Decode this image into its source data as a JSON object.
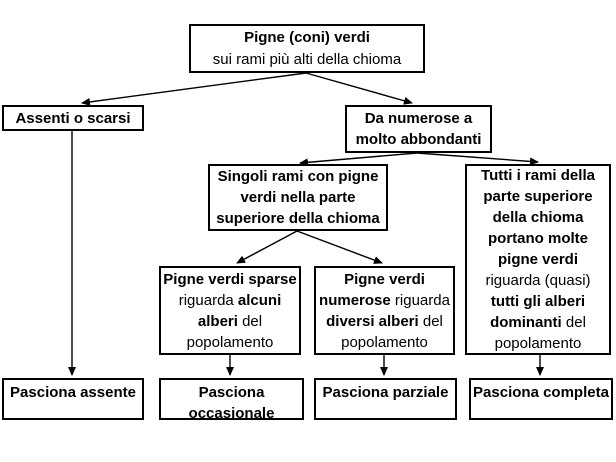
{
  "diagram": {
    "background_color": "#ffffff",
    "box_border_color": "#000000",
    "box_fill_color": "#ffffff",
    "text_color": "#000000",
    "connector_color": "#000000",
    "nodes": {
      "root": {
        "lines": [
          [
            {
              "t": "Pigne (coni) verdi",
              "b": true
            }
          ],
          [
            {
              "t": "sui rami più alti della chioma",
              "b": false
            }
          ]
        ]
      },
      "assenti": {
        "lines": [
          [
            {
              "t": "Assenti o scarsi",
              "b": true
            }
          ]
        ]
      },
      "da_numerose": {
        "lines": [
          [
            {
              "t": "Da numerose a",
              "b": true
            }
          ],
          [
            {
              "t": "molto abbondanti",
              "b": true
            }
          ]
        ]
      },
      "singoli_rami": {
        "lines": [
          [
            {
              "t": "Singoli rami con pigne",
              "b": true
            }
          ],
          [
            {
              "t": "verdi nella parte",
              "b": true
            }
          ],
          [
            {
              "t": "superiore della chioma",
              "b": true
            }
          ]
        ]
      },
      "tutti_rami": {
        "lines": [
          [
            {
              "t": "Tutti i rami della",
              "b": true
            }
          ],
          [
            {
              "t": "parte superiore",
              "b": true
            }
          ],
          [
            {
              "t": "della chioma",
              "b": true
            }
          ],
          [
            {
              "t": "portano molte",
              "b": true
            }
          ],
          [
            {
              "t": "pigne verdi",
              "b": true
            }
          ],
          [
            {
              "t": "riguarda (quasi)",
              "b": false
            }
          ],
          [
            {
              "t": "tutti gli alberi",
              "b": true
            }
          ],
          [
            {
              "t": "dominanti",
              "b": true
            },
            {
              "t": " del",
              "b": false
            }
          ],
          [
            {
              "t": "popolamento",
              "b": false
            }
          ]
        ]
      },
      "pigne_sparse": {
        "lines": [
          [
            {
              "t": "Pigne verdi sparse",
              "b": true
            }
          ],
          [
            {
              "t": "riguarda ",
              "b": false
            },
            {
              "t": "alcuni",
              "b": true
            }
          ],
          [
            {
              "t": "alberi",
              "b": true
            },
            {
              "t": " del",
              "b": false
            }
          ],
          [
            {
              "t": "popolamento",
              "b": false
            }
          ]
        ]
      },
      "pigne_numerose": {
        "lines": [
          [
            {
              "t": "Pigne verdi",
              "b": true
            }
          ],
          [
            {
              "t": "numerose",
              "b": true
            },
            {
              "t": " riguarda",
              "b": false
            }
          ],
          [
            {
              "t": "diversi alberi",
              "b": true
            },
            {
              "t": " del",
              "b": false
            }
          ],
          [
            {
              "t": "popolamento",
              "b": false
            }
          ]
        ]
      },
      "pasciona_assente": {
        "lines": [
          [
            {
              "t": "Pasciona assente",
              "b": true
            }
          ]
        ]
      },
      "pasciona_occasionale": {
        "lines": [
          [
            {
              "t": "Pasciona",
              "b": true
            }
          ],
          [
            {
              "t": "occasionale",
              "b": true
            }
          ]
        ]
      },
      "pasciona_parziale": {
        "lines": [
          [
            {
              "t": "Pasciona parziale",
              "b": true
            }
          ]
        ]
      },
      "pasciona_completa": {
        "lines": [
          [
            {
              "t": "Pasciona completa",
              "b": true
            }
          ]
        ]
      }
    }
  }
}
